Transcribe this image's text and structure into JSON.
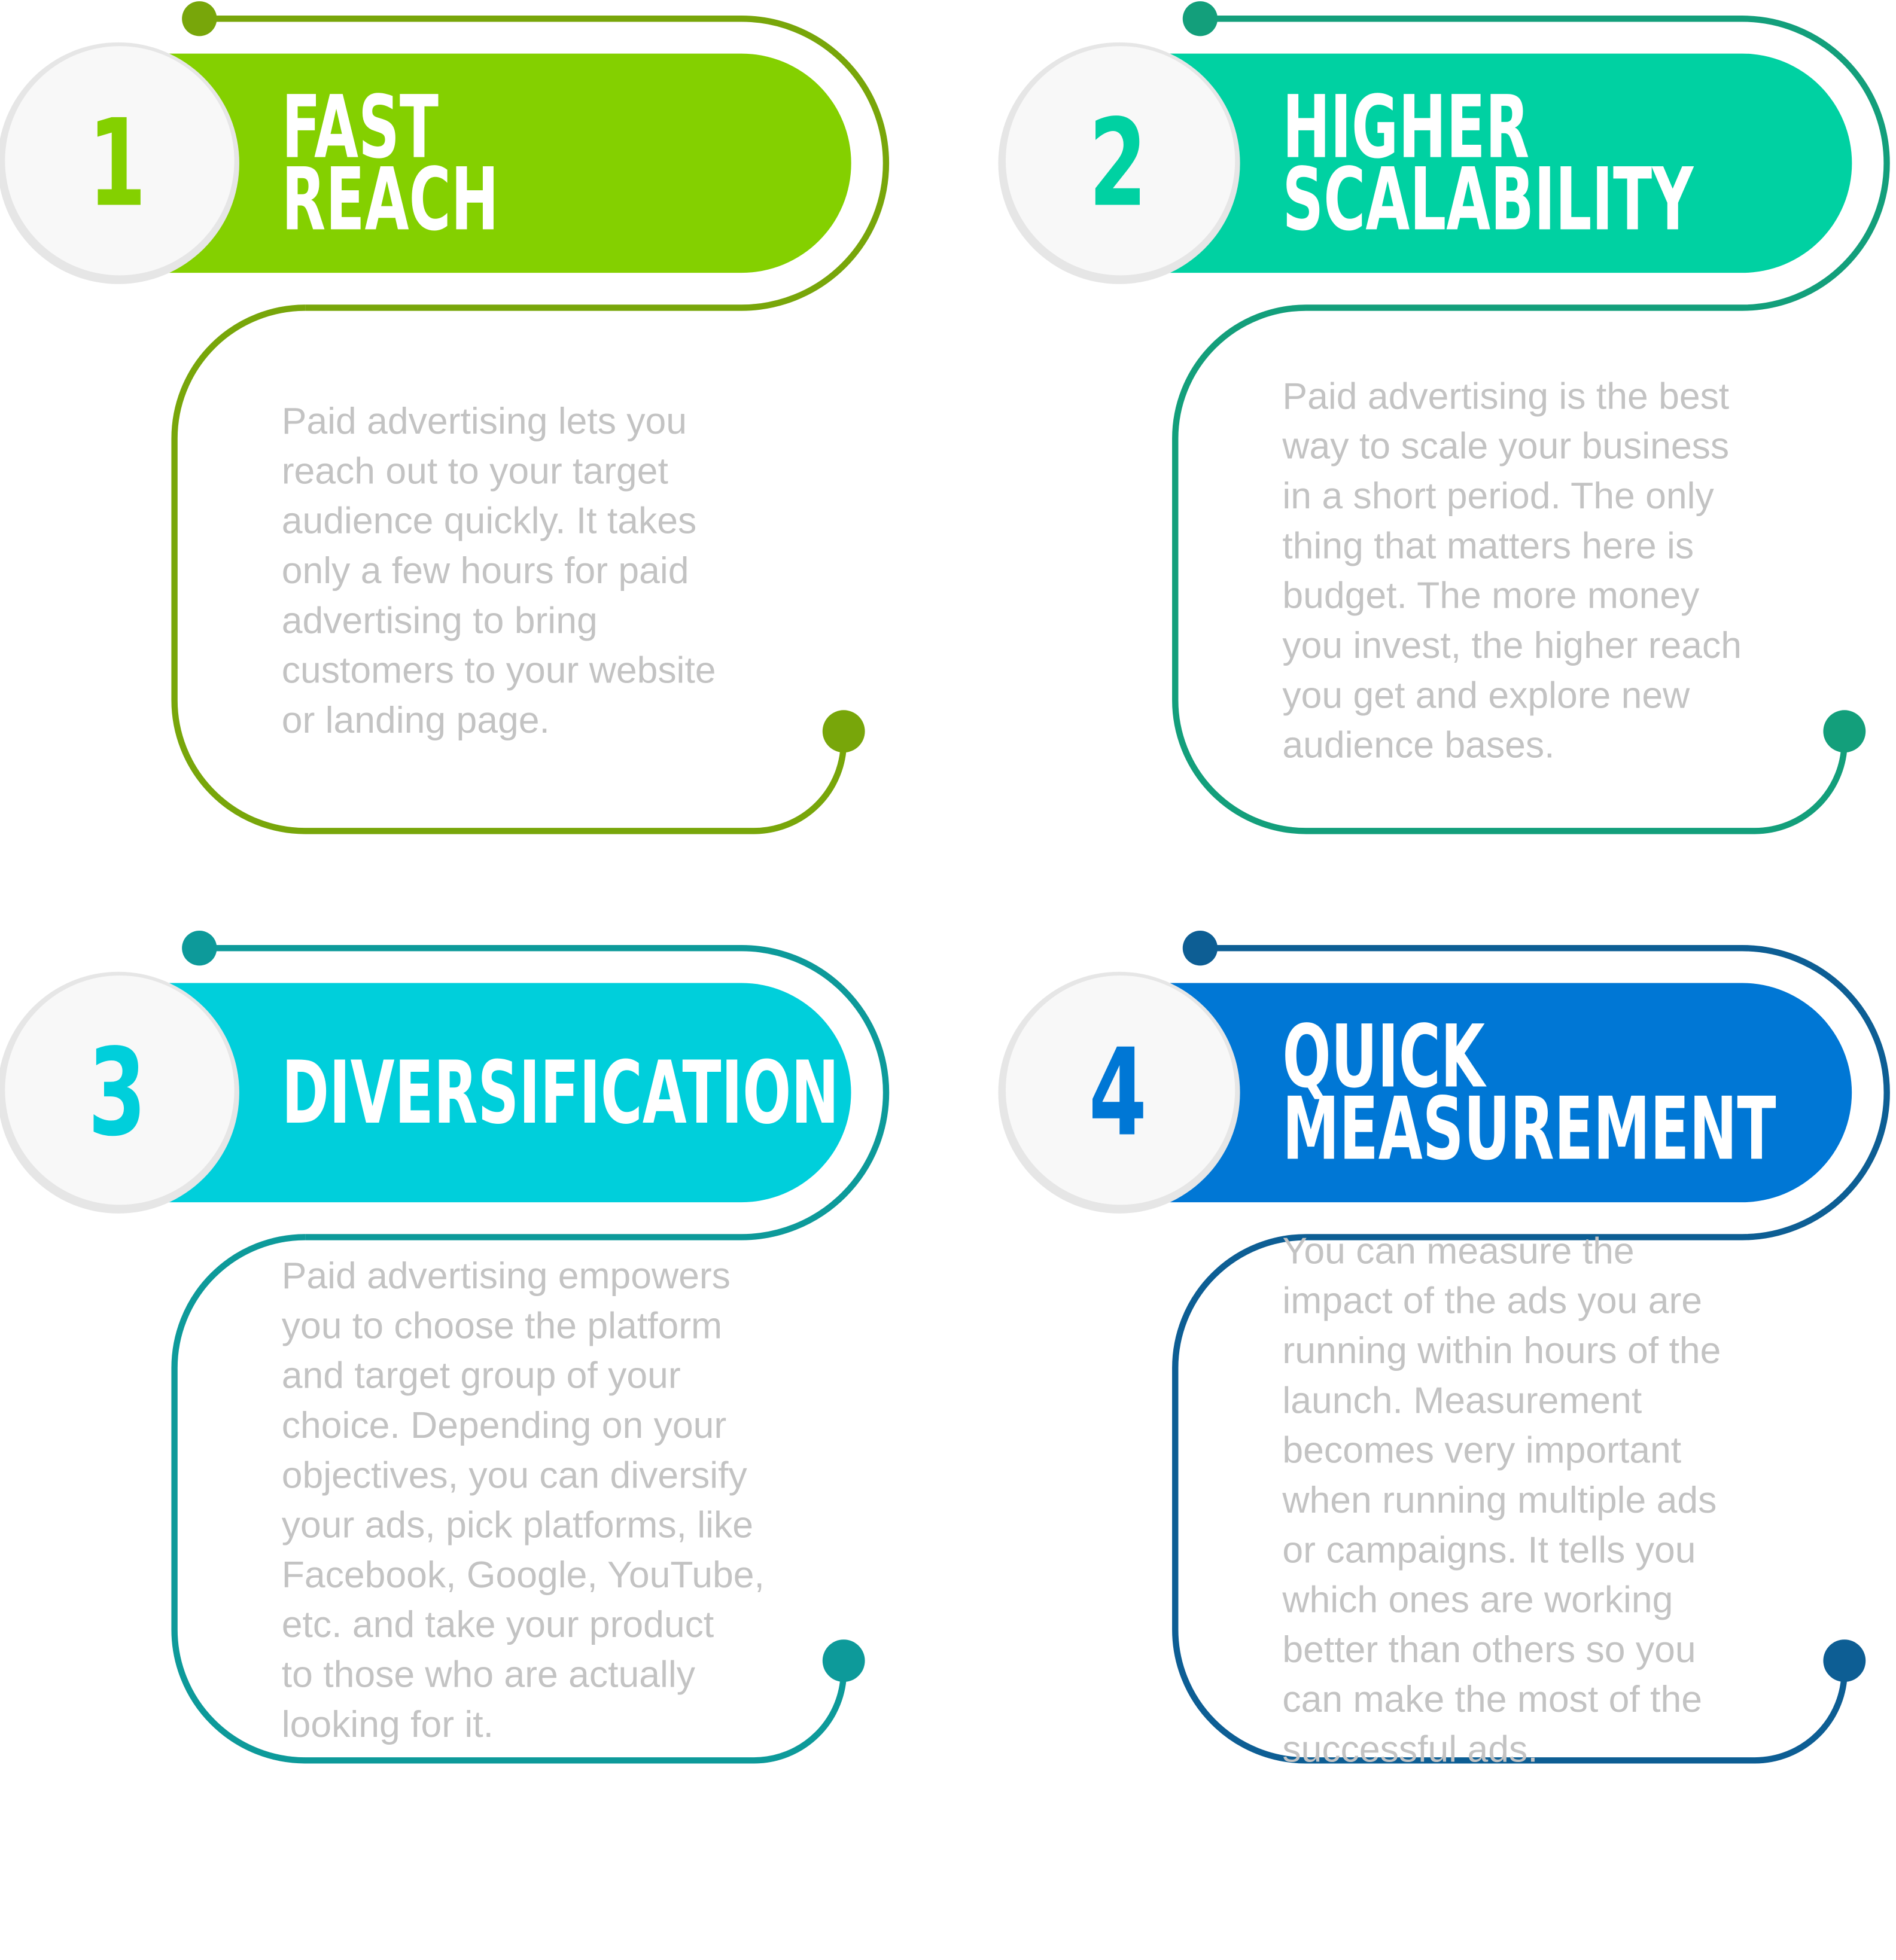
{
  "palette": {
    "circle_fill": "#f8f8f8",
    "circle_shadow": "#e6e6e6",
    "body_text": "#c3c3c3",
    "title_text": "#ffffff"
  },
  "cards": [
    {
      "number": "1",
      "title_lines": [
        "FAST",
        "REACH"
      ],
      "body_lines": [
        "Paid advertising lets you",
        "reach out to your target",
        "audience quickly. It takes",
        "only a few hours for paid",
        "advertising to bring",
        "customers to your website",
        "or landing page."
      ],
      "accent": "#84d000",
      "line": "#78a60a"
    },
    {
      "number": "2",
      "title_lines": [
        "HIGHER",
        "SCALABILITY"
      ],
      "body_lines": [
        "Paid advertising is the best",
        "way to scale your business",
        "in a short period. The only",
        "thing that matters here is",
        "budget. The more money",
        "you invest, the higher reach",
        "you get and explore new",
        "audience bases."
      ],
      "accent": "#00d1a2",
      "line": "#139f7b"
    },
    {
      "number": "3",
      "title_lines": [
        "DIVERSIFICATION"
      ],
      "body_lines": [
        "Paid advertising empowers",
        "you to choose the platform",
        "and target group of your",
        "choice. Depending on your",
        "objectives, you can diversify",
        "your ads, pick platforms, like",
        "Facebook, Google, YouTube,",
        "etc. and take your product",
        "to those who are actually",
        "looking for it."
      ],
      "accent": "#00cfdb",
      "line": "#0d9a9a"
    },
    {
      "number": "4",
      "title_lines": [
        "QUICK",
        "MEASUREMENT"
      ],
      "body_lines": [
        "You can measure the",
        "impact of the ads you are",
        "running within hours of the",
        "launch. Measurement",
        "becomes very important",
        "when running multiple ads",
        "or campaigns. It tells you",
        "which ones are working",
        "better than others so you",
        "can make the most of the",
        "successful ads."
      ],
      "accent": "#0077d5",
      "line": "#0d5e94"
    }
  ]
}
